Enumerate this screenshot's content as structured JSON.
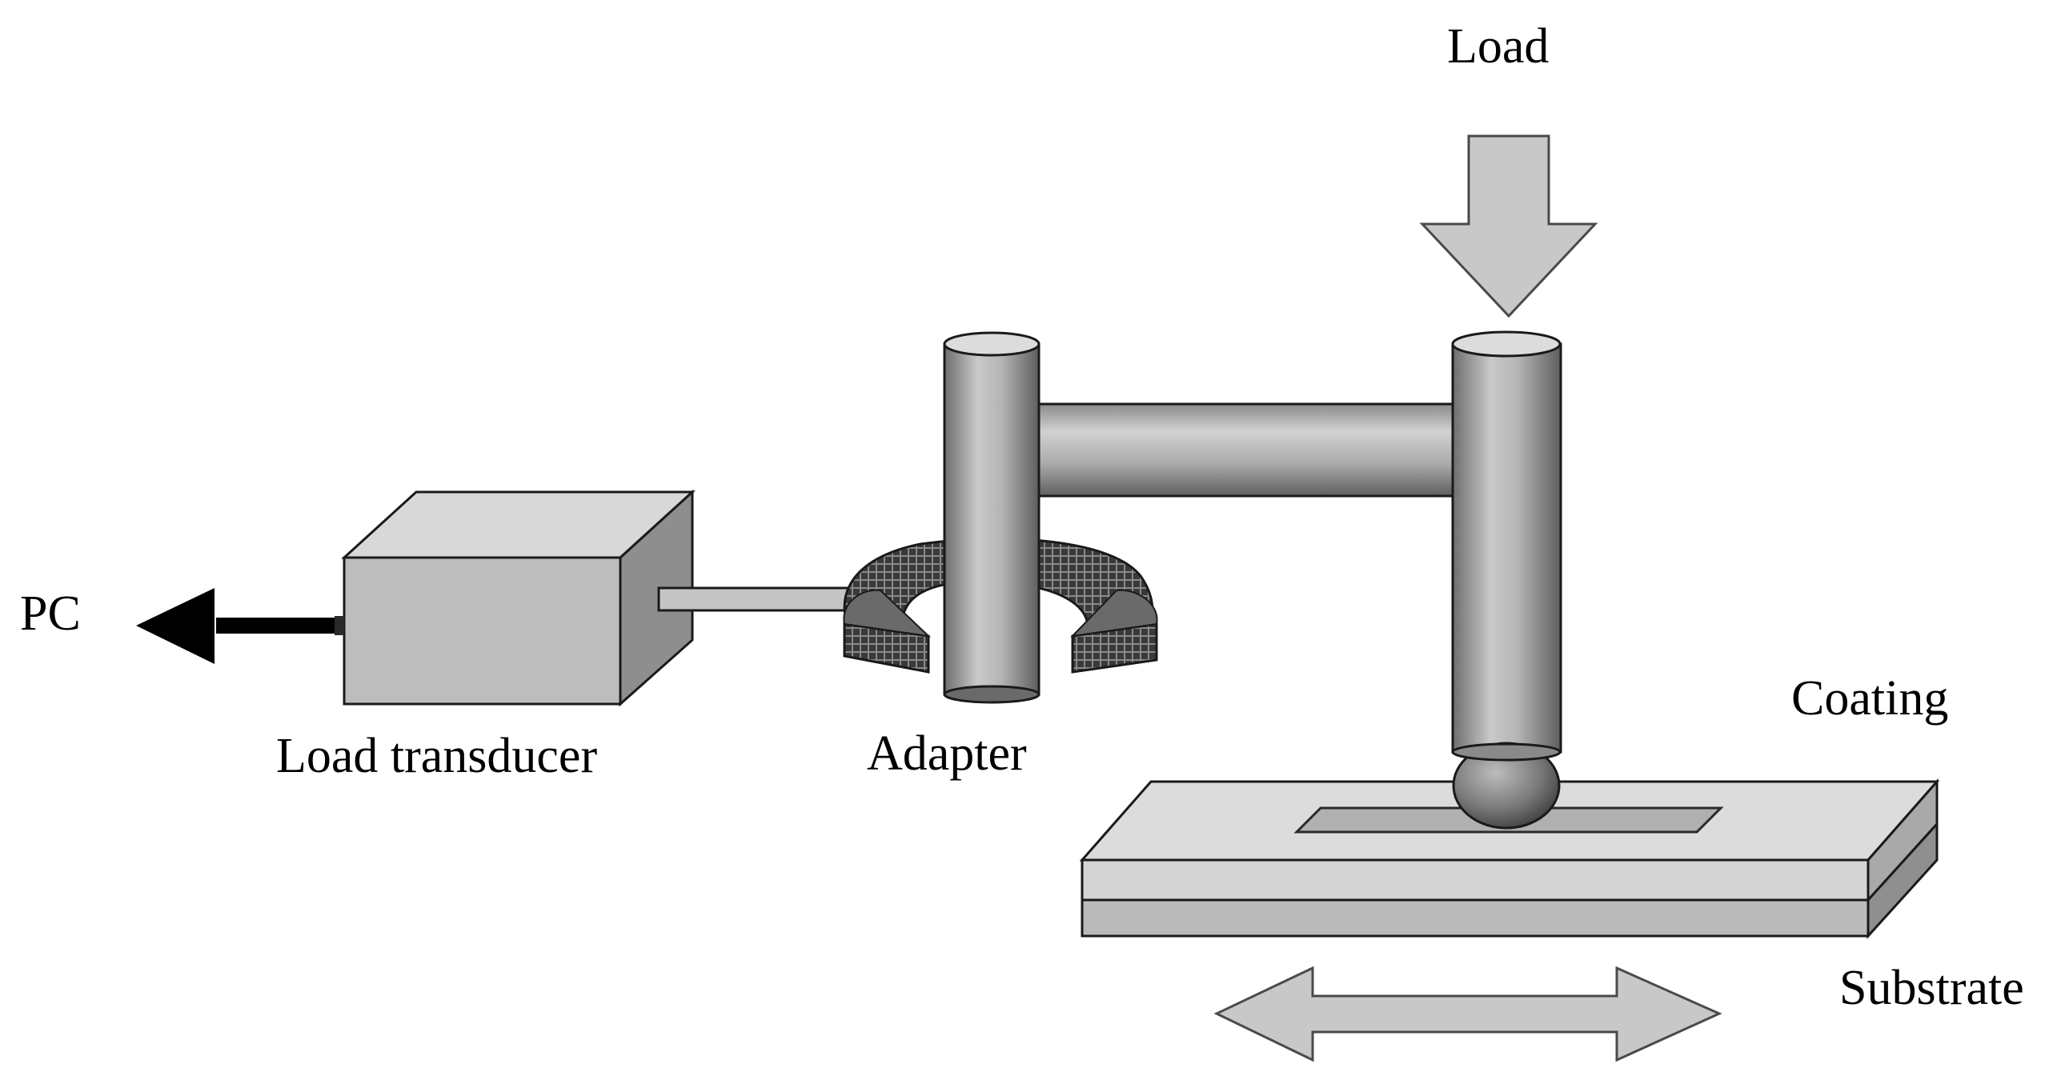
{
  "labels": {
    "load": "Load",
    "pc": "PC",
    "load_transducer": "Load transducer",
    "adapter": "Adapter",
    "coating": "Coating",
    "substrate": "Substrate"
  },
  "colors": {
    "background": "#ffffff",
    "stroke": "#1a1a1a",
    "arrow_fill": "#c8c8c8",
    "box_front": "#bdbdbd",
    "box_top": "#d8d8d8",
    "box_side": "#8e8e8e",
    "rod": "#b8b8b8",
    "pc_arrow": "#000000",
    "coating_layer": "#d4d4d4",
    "substrate_layer": "#bababa"
  }
}
